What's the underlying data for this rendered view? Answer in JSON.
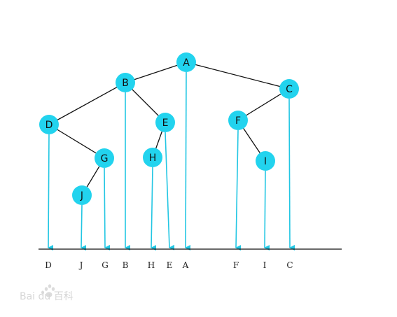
{
  "nodes": [
    {
      "id": "A",
      "label": "A"
    },
    {
      "id": "B",
      "label": "B"
    },
    {
      "id": "C",
      "label": "C"
    },
    {
      "id": "D",
      "label": "D"
    },
    {
      "id": "E",
      "label": "E"
    },
    {
      "id": "F",
      "label": "F"
    },
    {
      "id": "G",
      "label": "G"
    },
    {
      "id": "H",
      "label": "H"
    },
    {
      "id": "I",
      "label": "I"
    },
    {
      "id": "J",
      "label": "J"
    }
  ],
  "edges": [
    [
      "A",
      "B"
    ],
    [
      "A",
      "C"
    ],
    [
      "B",
      "D"
    ],
    [
      "B",
      "E"
    ],
    [
      "D",
      "G"
    ],
    [
      "G",
      "J"
    ],
    [
      "E",
      "H"
    ],
    [
      "C",
      "F"
    ],
    [
      "F",
      "I"
    ]
  ],
  "projection_order": [
    "D",
    "J",
    "G",
    "B",
    "H",
    "E",
    "A",
    "F",
    "I",
    "C"
  ],
  "colors": {
    "node_fill": "#22d3ee",
    "edge": "#111111",
    "projection_arrow": "#22c6e3",
    "axis": "#111111"
  },
  "watermark": {
    "text": "Bai du 百科"
  }
}
